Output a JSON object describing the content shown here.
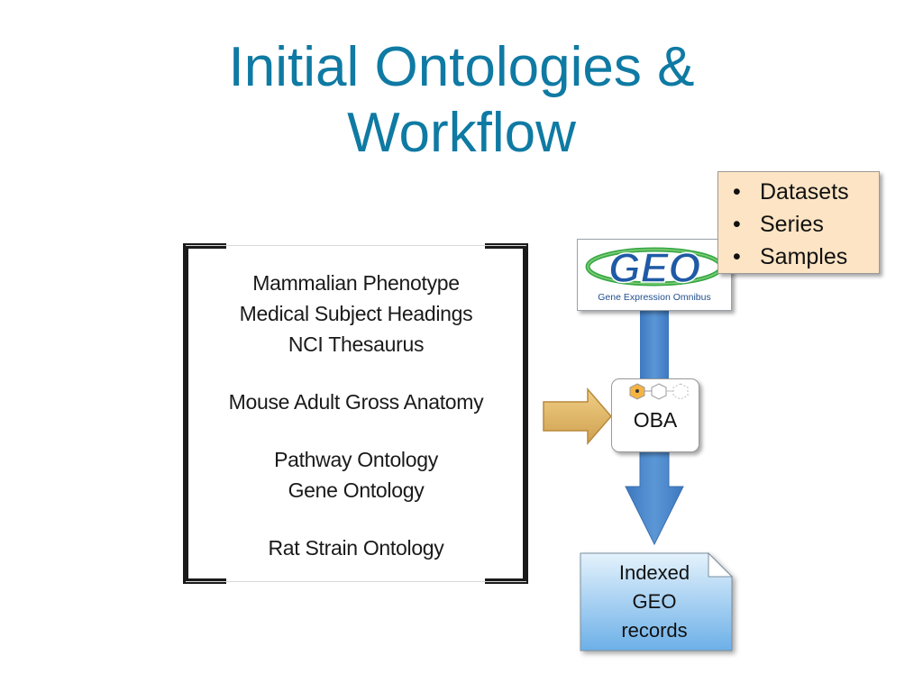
{
  "title": {
    "line1": "Initial Ontologies &",
    "line2": "Workflow"
  },
  "ontologies": {
    "group1": [
      "Mammalian Phenotype",
      "Medical Subject Headings",
      "NCI Thesaurus"
    ],
    "group2": [
      "Mouse Adult Gross Anatomy"
    ],
    "group3": [
      "Pathway Ontology",
      "Gene Ontology"
    ],
    "group4": [
      "Rat Strain Ontology"
    ]
  },
  "geo": {
    "logo_text": "GEO",
    "subtitle": "Gene Expression Omnibus"
  },
  "callout": {
    "bullet": "•",
    "items": [
      "Datasets",
      "Series",
      "Samples"
    ]
  },
  "oba": {
    "label": "OBA"
  },
  "output": {
    "lines": [
      "Indexed",
      "GEO",
      "records"
    ]
  },
  "colors": {
    "title": "#0f7aa3",
    "blue_arrow": "#4a86c9",
    "gold_arrow": "#e0b866",
    "callout_fill": "#fde4c4",
    "doc_fill_top": "#d8ecfa",
    "doc_fill_bottom": "#6fb2e8",
    "geo_blue": "#1f5aa6",
    "geo_green": "#3aa845"
  }
}
